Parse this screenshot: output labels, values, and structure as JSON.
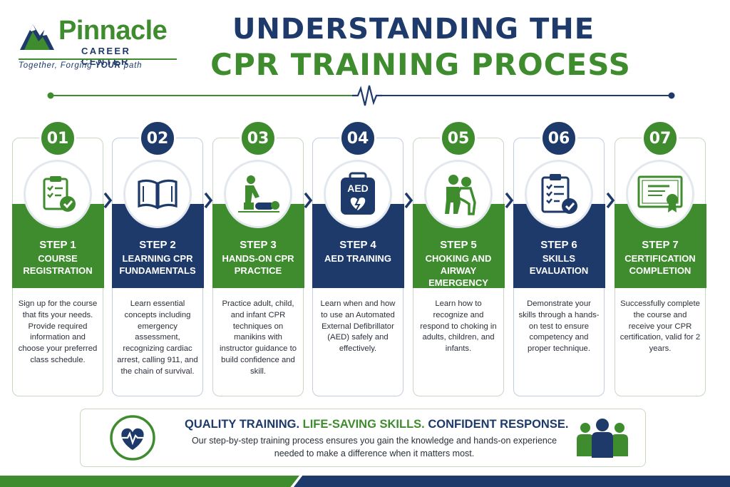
{
  "brand": {
    "name": "Pinnacle",
    "subtitle": "CAREER CENTER",
    "tagline_start": "Together, Forging ",
    "tagline_bold": "YOUR",
    "tagline_end": " path"
  },
  "title": {
    "line1": "UNDERSTANDING THE",
    "line2": "CPR TRAINING PROCESS"
  },
  "colors": {
    "green": "#3f8c2f",
    "navy": "#1d3a6b"
  },
  "steps": [
    {
      "number": "01",
      "step": "STEP 1",
      "title": "COURSE REGISTRATION",
      "icon": "clipboard-check-icon",
      "description": "Sign up for the course that fits your needs. Provide required information and choose your preferred class schedule."
    },
    {
      "number": "02",
      "step": "STEP 2",
      "title": "LEARNING CPR FUNDAMENTALS",
      "icon": "open-book-icon",
      "description": "Learn essential concepts including emergency assessment, recognizing cardiac arrest, calling 911, and the chain of survival."
    },
    {
      "number": "03",
      "step": "STEP 3",
      "title": "HANDS-ON CPR PRACTICE",
      "icon": "cpr-practice-icon",
      "description": "Practice adult, child, and infant CPR techniques on manikins with instructor guidance to build confidence and skill."
    },
    {
      "number": "04",
      "step": "STEP 4",
      "title": "AED TRAINING",
      "icon": "aed-device-icon",
      "icon_text": "AED",
      "description": "Learn when and how to use an Automated External Defibrillator (AED) safely and effectively."
    },
    {
      "number": "05",
      "step": "STEP 5",
      "title": "CHOKING AND AIRWAY EMERGENCY RESPONSE",
      "icon": "choking-response-icon",
      "description": "Learn how to recognize and respond to choking in adults, children, and infants."
    },
    {
      "number": "06",
      "step": "STEP 6",
      "title": "SKILLS EVALUATION",
      "icon": "checklist-evaluation-icon",
      "description": "Demonstrate your skills through a hands-on test to ensure competency and proper technique."
    },
    {
      "number": "07",
      "step": "STEP 7",
      "title": "CERTIFICATION COMPLETION",
      "icon": "certificate-icon",
      "description": "Successfully complete the course and receive your CPR certification, valid for 2 years."
    }
  ],
  "banner": {
    "title_a": "QUALITY TRAINING. ",
    "title_b": "LIFE-SAVING SKILLS.",
    "title_c": " CONFIDENT RESPONSE.",
    "text": "Our step-by-step training process ensures you gain the knowledge and hands-on experience needed to make a difference when it matters most.",
    "left_icon": "heart-pulse-icon",
    "right_icon": "team-people-icon"
  }
}
